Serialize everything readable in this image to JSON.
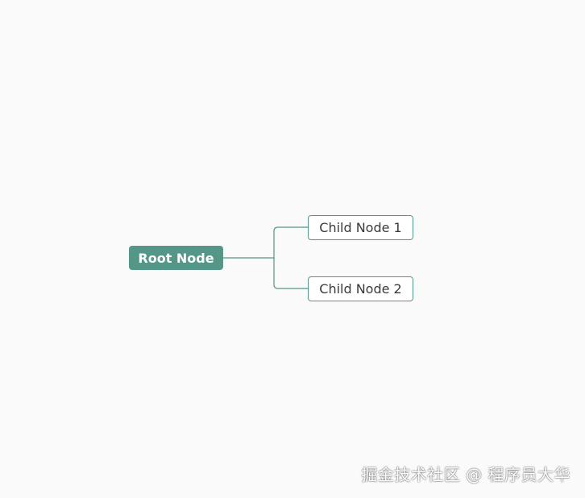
{
  "mindmap": {
    "root": {
      "label": "Root Node"
    },
    "children": [
      {
        "label": "Child Node 1"
      },
      {
        "label": "Child Node 2"
      }
    ]
  },
  "watermark": "掘金技术社区 @ 程序员大华",
  "colors": {
    "background": "#fafafa",
    "root_fill": "#549688",
    "root_text": "#ffffff",
    "child_border": "#549688",
    "child_fill": "#ffffff",
    "child_text": "#3a3a3a",
    "connector": "#549688"
  }
}
